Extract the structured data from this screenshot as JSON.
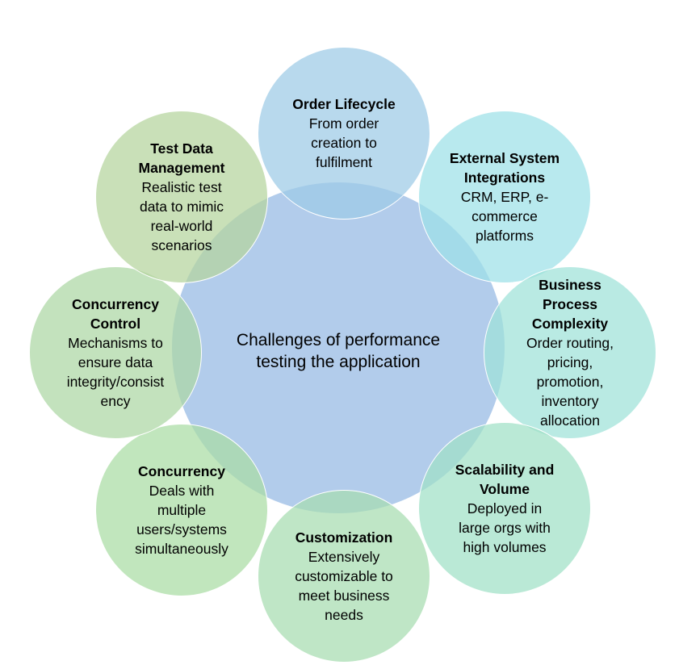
{
  "center": {
    "text": "Challenges of performance testing the application",
    "color": "#9fbfe6"
  },
  "nodes": [
    {
      "id": "order-lifecycle",
      "title": "Order Lifecycle",
      "description": "From order creation to fulfilment",
      "color": "#9dcbe6"
    },
    {
      "id": "external-system-integrations",
      "title": "External System Integrations",
      "description": "CRM, ERP, e-commerce platforms",
      "color": "#9de0e8"
    },
    {
      "id": "business-process-complexity",
      "title": "Business Process Complexity",
      "description": "Order routing, pricing, promotion, inventory allocation",
      "color": "#9ee2d8"
    },
    {
      "id": "scalability-and-volume",
      "title": "Scalability and Volume",
      "description": "Deployed in large orgs with high volumes",
      "color": "#9fe0c6"
    },
    {
      "id": "customization",
      "title": "Customization",
      "description": "Extensively customizable to meet business needs",
      "color": "#a6dcb0"
    },
    {
      "id": "concurrency",
      "title": "Concurrency",
      "description": "Deals with multiple users/systems simultaneously",
      "color": "#a9dca4"
    },
    {
      "id": "concurrency-control",
      "title": "Concurrency Control",
      "description": "Mechanisms to ensure data integrity/consistency",
      "color": "#acd7a4"
    },
    {
      "id": "test-data-management",
      "title": "Test Data Management",
      "description": "Realistic test data to mimic real-world scenarios",
      "color": "#b4d49c"
    }
  ]
}
